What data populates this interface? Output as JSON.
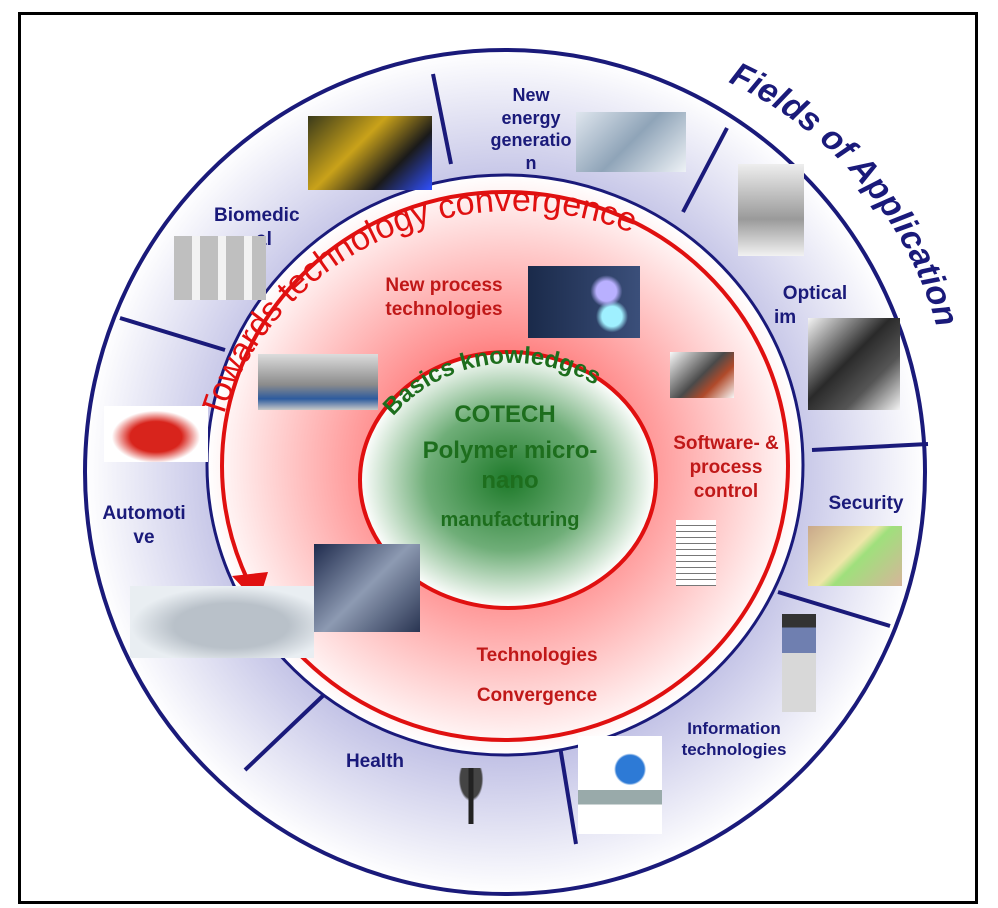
{
  "title": "Fields of Application",
  "ring_title": "Towards technology convergence",
  "fields": {
    "new_energy": "New energy generatio n",
    "biomedical_line1": "Biomedic",
    "biomedical_line2": "al",
    "optical_line1": "Optical",
    "optical_line2": "im",
    "security": "Security",
    "information": "Information technologies",
    "health": "Health",
    "automotive": "Automoti ve"
  },
  "technologies": {
    "new_process": "New process technologies",
    "software": "Software- & process control",
    "convergence_line1": "Technologies",
    "convergence_line2": "Convergence"
  },
  "core": {
    "line1": "Basics knowledges",
    "line2": "COTECH",
    "line3": "Polymer micro-",
    "line4": "nano",
    "line5": "manufacturing"
  },
  "colors": {
    "navy": "#1a1a7a",
    "ring_red": "#e01010",
    "core_green": "#1d6e1d"
  }
}
